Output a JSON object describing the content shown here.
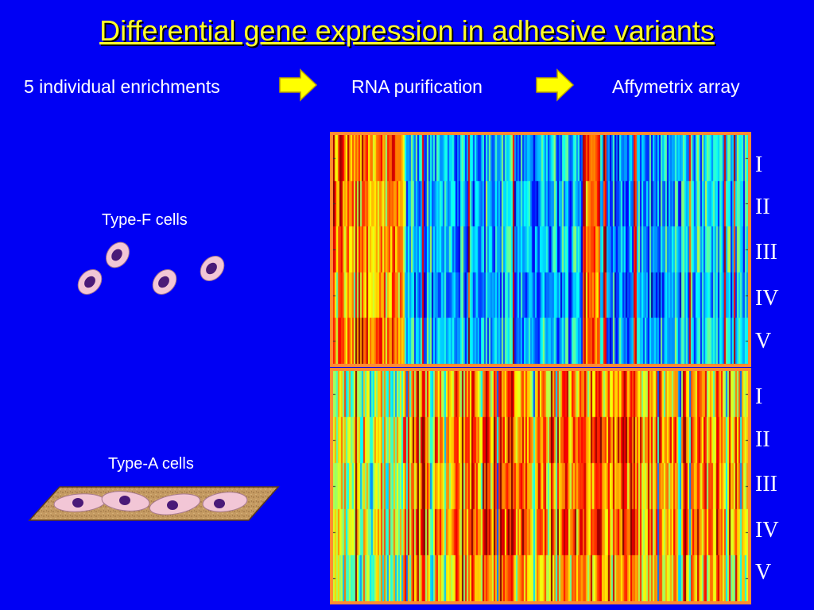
{
  "title": "Differential gene expression in adhesive variants",
  "flow": {
    "step1": "5 individual enrichments",
    "step2": "RNA purification",
    "step3": "Affymetrix array",
    "arrow_color": "#ffff00"
  },
  "cells": {
    "type_f_label": "Type-F cells",
    "type_a_label": "Type-A cells",
    "cell_fill": "#f2c6d6",
    "nucleus_fill": "#4a1a78",
    "substrate_fill": "#c49a62"
  },
  "heatmap_top": {
    "rows": [
      "I",
      "II",
      "III",
      "IV",
      "V"
    ],
    "profile": "cool"
  },
  "heatmap_bottom": {
    "rows": [
      "I",
      "II",
      "III",
      "IV",
      "V"
    ],
    "profile": "warm"
  },
  "colors": {
    "background": "#0000f4",
    "title": "#ffff2a",
    "panel_border": "#ff8a33"
  }
}
